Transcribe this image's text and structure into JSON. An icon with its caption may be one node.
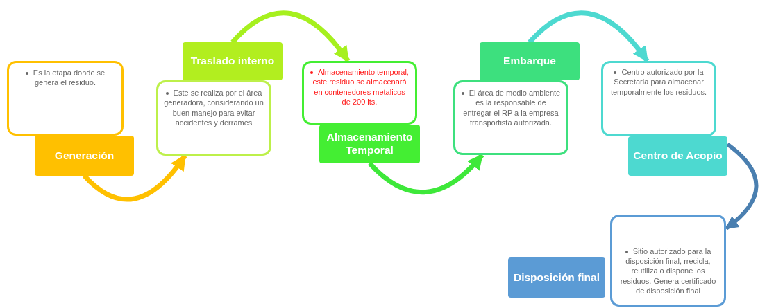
{
  "diagram": {
    "nodes": [
      {
        "text": [
          "Es la etapa donde se genera el residuo."
        ]
      },
      {
        "text": [
          "Generación"
        ]
      },
      {
        "text": [
          "Traslado interno"
        ]
      },
      {
        "text": [
          "Este se realiza por el área generadora, considerando un buen manejo para evitar accidentes y derrames"
        ]
      },
      {
        "text": [
          "Almacenamiento temporal, este residuo se almacenará en contenedores metalicos de 200 lts."
        ]
      },
      {
        "text": [
          "Almacenamiento Temporal"
        ]
      },
      {
        "text": [
          "Embarque"
        ]
      },
      {
        "text": [
          "El área de medio ambiente es la responsable de entregar el RP a la empresa transportista autorizada."
        ]
      },
      {
        "text": [
          "Centro autorizado por la Secretaria para almacenar temporalmente los residuos."
        ]
      },
      {
        "text": [
          "Centro de Acopio"
        ]
      },
      {
        "text": [
          "Sitio autorizado para la disposición final, rrecicla, reutiliza o dispone los residuos. Genera certificado de disposición final"
        ]
      },
      {
        "text": [
          "Disposición final"
        ]
      }
    ],
    "edges": [
      {
        "from": 1,
        "to": 3,
        "arrow": "to",
        "color": "#ffc000"
      },
      {
        "from": 2,
        "to": 4,
        "arrow": "to",
        "color": "#a6f01e"
      },
      {
        "from": 5,
        "to": 7,
        "arrow": "to",
        "color": "#3ee83a"
      },
      {
        "from": 6,
        "to": 8,
        "arrow": "to",
        "color": "#4dd9d0"
      },
      {
        "from": 9,
        "to": 10,
        "arrow": "to",
        "color": "#4a7fb0"
      }
    ]
  }
}
